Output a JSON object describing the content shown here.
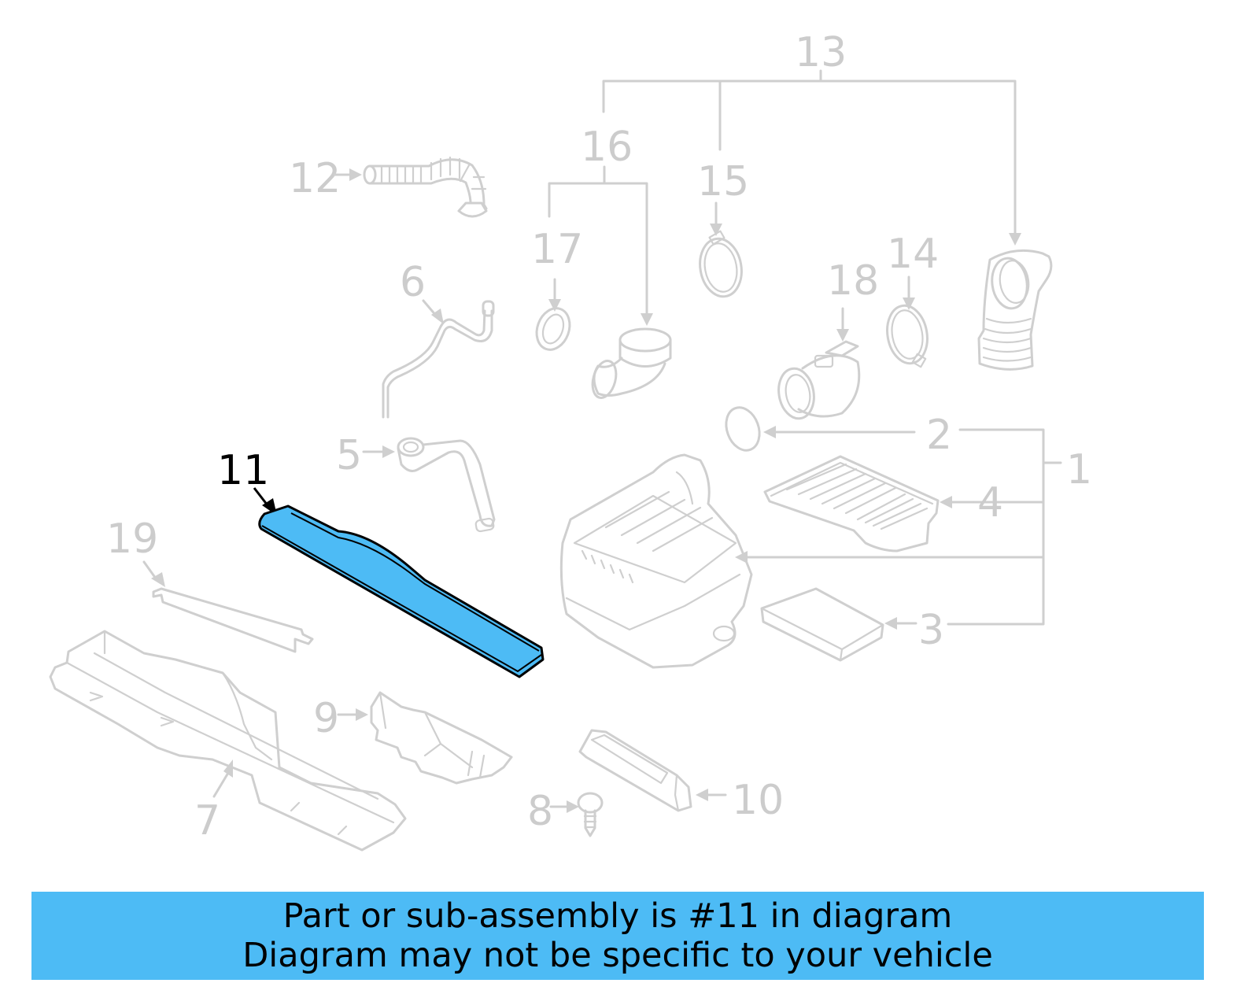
{
  "diagram": {
    "highlight_color": "#4dbbf5",
    "highlighted_part": "11",
    "callouts": [
      {
        "id": "1",
        "label": "1"
      },
      {
        "id": "2",
        "label": "2"
      },
      {
        "id": "3",
        "label": "3"
      },
      {
        "id": "4",
        "label": "4"
      },
      {
        "id": "5",
        "label": "5"
      },
      {
        "id": "6",
        "label": "6"
      },
      {
        "id": "7",
        "label": "7"
      },
      {
        "id": "8",
        "label": "8"
      },
      {
        "id": "9",
        "label": "9"
      },
      {
        "id": "10",
        "label": "10"
      },
      {
        "id": "11",
        "label": "11"
      },
      {
        "id": "12",
        "label": "12"
      },
      {
        "id": "13",
        "label": "13"
      },
      {
        "id": "14",
        "label": "14"
      },
      {
        "id": "15",
        "label": "15"
      },
      {
        "id": "16",
        "label": "16"
      },
      {
        "id": "17",
        "label": "17"
      },
      {
        "id": "18",
        "label": "18"
      },
      {
        "id": "19",
        "label": "19"
      }
    ]
  },
  "banner": {
    "line1": "Part or sub-assembly is #11 in diagram",
    "line2": "Diagram may not be specific to your vehicle",
    "background": "#4dbbf5"
  }
}
